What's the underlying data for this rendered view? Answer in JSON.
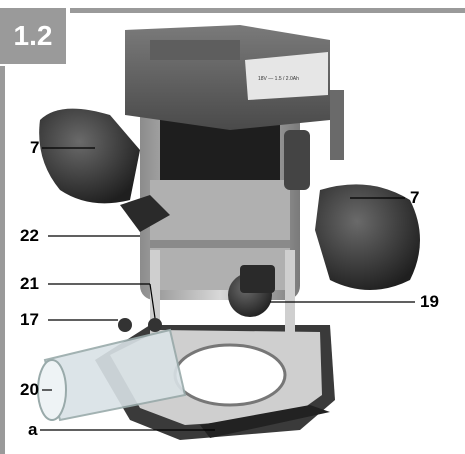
{
  "figure": {
    "label": "1.2"
  },
  "battery_label": "18V — 1.5 / 2.0Ah",
  "callouts": {
    "c7_left": "7",
    "c7_right": "7",
    "c22": "22",
    "c21": "21",
    "c17": "17",
    "c19": "19",
    "c20": "20",
    "ca": "a"
  },
  "colors": {
    "frame_gray": "#9a9a9a",
    "body_dark": "#2e2e2e",
    "metal": "#b8b8b8"
  }
}
